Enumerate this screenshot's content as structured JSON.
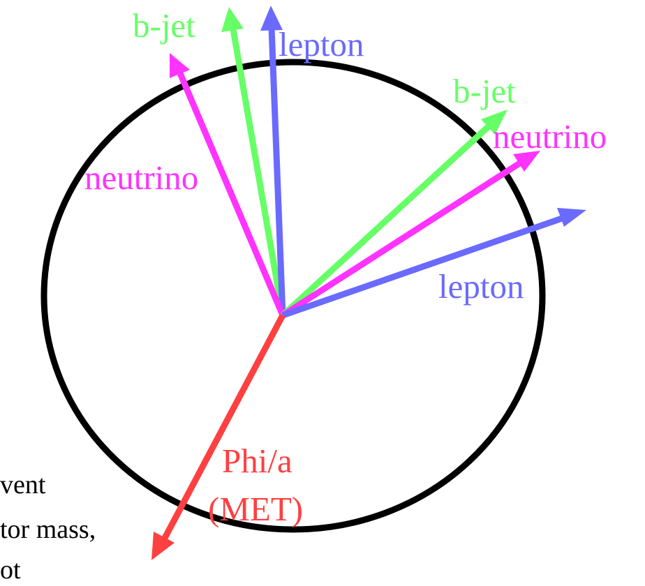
{
  "diagram": {
    "labels": {
      "bjet_left": "b-jet",
      "lepton_top": "lepton",
      "neutrino_left": "neutrino",
      "bjet_right": "b-jet",
      "neutrino_right": "neutrino",
      "lepton_right": "lepton",
      "phi_line1": "Phi/a",
      "phi_line2": "(MET)"
    },
    "colors": {
      "bjet": "#66ff66",
      "lepton": "#6a6aff",
      "neutrino": "#ff33ff",
      "met": "#ff4040",
      "circle": "#000000"
    }
  },
  "cut_text": {
    "line1": "vent",
    "line2": "tor mass,",
    "line3": "ot"
  }
}
